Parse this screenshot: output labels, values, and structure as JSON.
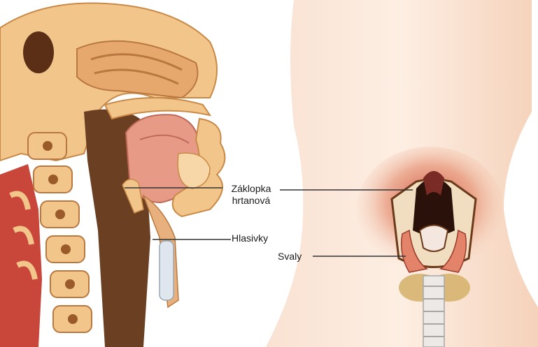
{
  "labels": {
    "epiglottis_line1": "Záklopka",
    "epiglottis_line2": "hrtanová",
    "vocal_cords": "Hlasivky",
    "muscles": "Svaly"
  },
  "colors": {
    "bone": "#f2c58a",
    "bone_dark": "#d89a55",
    "soft_tissue": "#e8a070",
    "muscle_red": "#c8463a",
    "skin": "#f7d9c4",
    "cavity": "#6b3f22",
    "leader_line": "#333333"
  }
}
